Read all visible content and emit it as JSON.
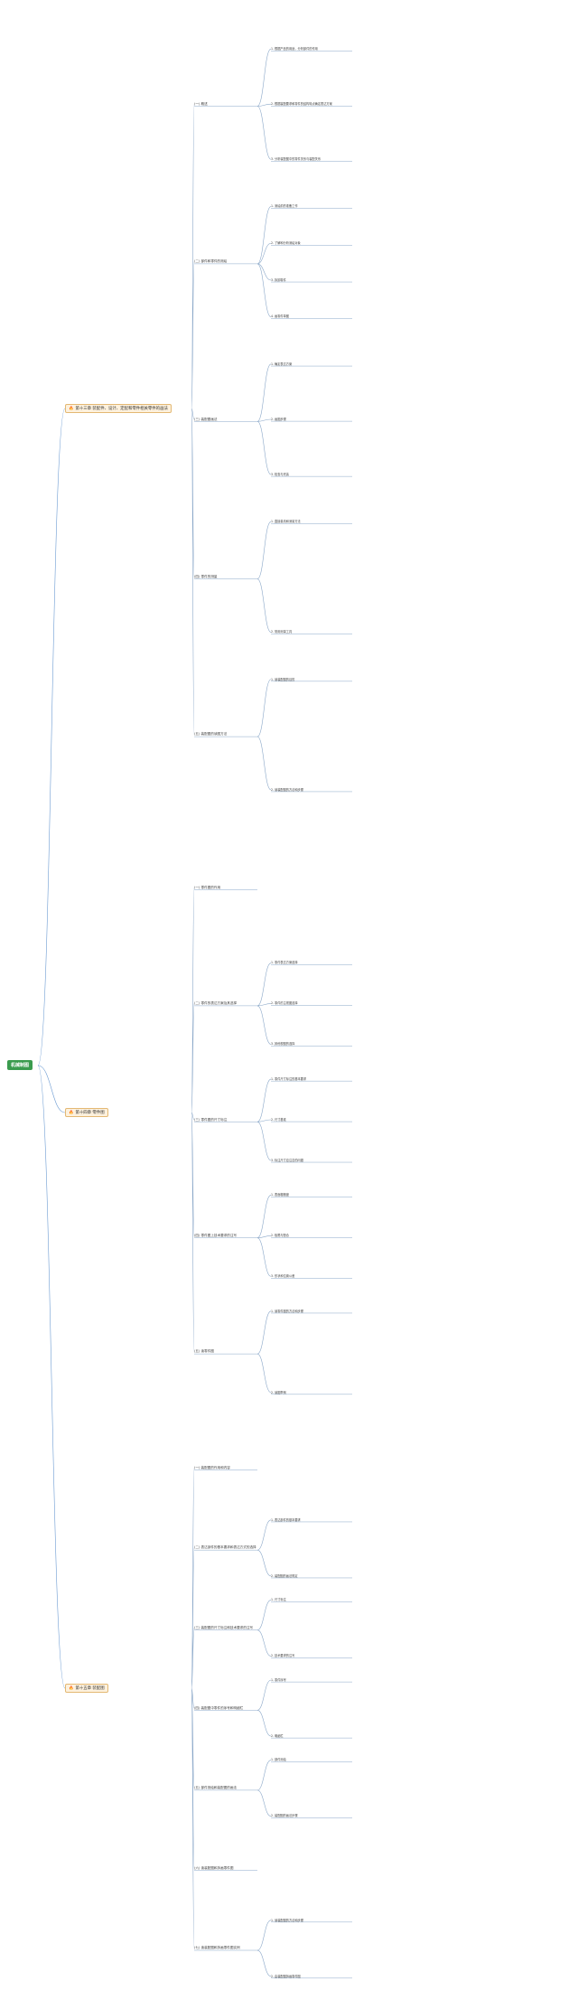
{
  "root": {
    "label": "机械制图"
  },
  "chapters": [
    {
      "icon": "fire-icon",
      "label": "第十三章 装配件、设计、定配和零件相关零件的画法",
      "sections": [
        {
          "label": "(一) 概述",
          "items": [
            "1. 根据产品的用途，分析部件的作用",
            "2. 根据装配要求和零件的结构特点确定表达方案",
            "3. 分析装配图中的零件关系与装配关系"
          ]
        },
        {
          "label": "(二) 部件和零件的测绘",
          "items": [
            "1. 测绘前的准备工作",
            "2. 了解和分析测绘对象",
            "3. 拆卸零件",
            "4. 画零件草图"
          ]
        },
        {
          "label": "(三) 装配图画法",
          "items": [
            "1. 确定表达方案",
            "2. 画图步骤",
            "3. 检查与完善"
          ]
        },
        {
          "label": "(四) 零件的测量",
          "items": [
            "1. 直接量具和测量方法",
            "2. 常用测量工具"
          ]
        },
        {
          "label": "(五) 装配图的读图方法",
          "items": [
            "1. 读装配图的目的",
            "2. 读装配图的方法和步骤"
          ]
        }
      ]
    },
    {
      "icon": "fire-icon",
      "label": "第十四章 零件图",
      "sections": [
        {
          "label": "(一) 零件图的作用",
          "items": []
        },
        {
          "label": "(二) 零件的表达方案及其选择",
          "items": [
            "1. 零件表达方案选择",
            "2. 零件的主视图选择",
            "3. 其他视图的选择"
          ]
        },
        {
          "label": "(三) 零件图的尺寸标注",
          "items": [
            "1. 零件尺寸标注的基本要求",
            "2. 尺寸基准",
            "3. 标注尺寸应注意的问题"
          ]
        },
        {
          "label": "(四) 零件图上技术要求的注写",
          "items": [
            "1. 表面粗糙度",
            "2. 极限与配合",
            "3. 形状和位置公差"
          ]
        },
        {
          "label": "(五) 读零件图",
          "items": [
            "1. 读零件图的方法和步骤",
            "2. 读图举例"
          ]
        }
      ]
    },
    {
      "icon": "fire-icon",
      "label": "第十五章 装配图",
      "sections": [
        {
          "label": "(一) 装配图的作用和内容",
          "items": []
        },
        {
          "label": "(二) 表达部件的基本要求和表达方式的选择",
          "items": [
            "1. 表达部件的基本要求",
            "2. 装配图的画法规定"
          ]
        },
        {
          "label": "(三) 装配图的尺寸标注和技术要求的注写",
          "items": [
            "1. 尺寸标注",
            "2. 技术要求的注写"
          ]
        },
        {
          "label": "(四) 装配图中零件的序号和明细栏",
          "items": [
            "1. 零件序号",
            "2. 明细栏"
          ]
        },
        {
          "label": "(五) 部件测绘和装配图的画法",
          "items": [
            "1. 部件测绘",
            "2. 装配图的画法步骤"
          ]
        },
        {
          "label": "(六) 读装配图和拆画零件图",
          "items": []
        },
        {
          "label": "(七) 读装配图和拆画零件图实例",
          "items": [
            "1. 读装配图的方法和步骤",
            "2. 由装配图拆画零件图"
          ]
        }
      ]
    }
  ]
}
